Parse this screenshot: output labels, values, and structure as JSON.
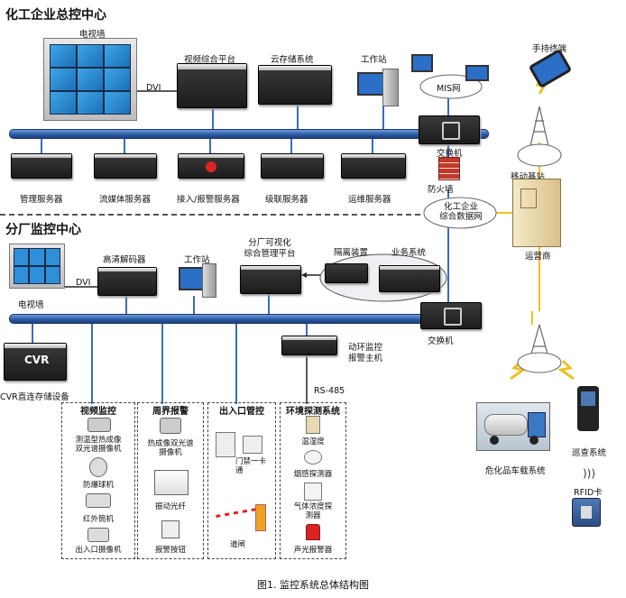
{
  "hq": {
    "title": "化工企业总控中心",
    "video_wall": "电视墙",
    "dvi": "DVI",
    "video_platform": "视频综合平台",
    "cloud_storage": "云存储系统",
    "workstation": "工作站",
    "mis": "MIS网",
    "switch": "交换机",
    "firewall": "防火墙",
    "servers": [
      "管理服务器",
      "流媒体服务器",
      "接入/报警服务器",
      "级联服务器",
      "运维服务器"
    ]
  },
  "right": {
    "handheld": "手持终端",
    "base_station": "移动基站",
    "datanet": "化工企业\n综合数据网",
    "operator": "运营商",
    "vehicle_system": "危化品车载系统",
    "patrol": "巡查系统",
    "rfid": "RFID卡"
  },
  "branch": {
    "title": "分厂监控中心",
    "video_wall": "电视墙",
    "dvi": "DVI",
    "hd_decoder": "高清解码器",
    "workstation": "工作站",
    "vis_platform": "分厂可视化\n综合管理平台",
    "isolation": "隔离装置",
    "business": "业务系统",
    "switch": "交换机",
    "env_host": "动环监控\n报警主机",
    "cvr_label": "CVR",
    "cvr": "CVR直连存储设备",
    "rs485": "RS-485"
  },
  "subsystems": [
    {
      "title": "视频监控",
      "items": [
        "测温型热成像\n双光谱摄像机",
        "防爆球机",
        "红外筒机",
        "出入口摄像机"
      ]
    },
    {
      "title": "周界报警",
      "items": [
        "热成像双光谱\n摄像机",
        "振动光纤",
        "报警按钮"
      ]
    },
    {
      "title": "出入口管控",
      "items": [
        "门禁一卡\n通",
        "道闸"
      ]
    },
    {
      "title": "环境探测系统",
      "items": [
        "温湿度",
        "烟感探测器",
        "气体浓度探\n测器",
        "声光报警器"
      ]
    }
  ],
  "caption": "图1. 监控系统总体结构图",
  "colors": {
    "bus": "#2d5ca8",
    "accent_yellow": "#f0c020",
    "firewall": "#c0392b"
  }
}
